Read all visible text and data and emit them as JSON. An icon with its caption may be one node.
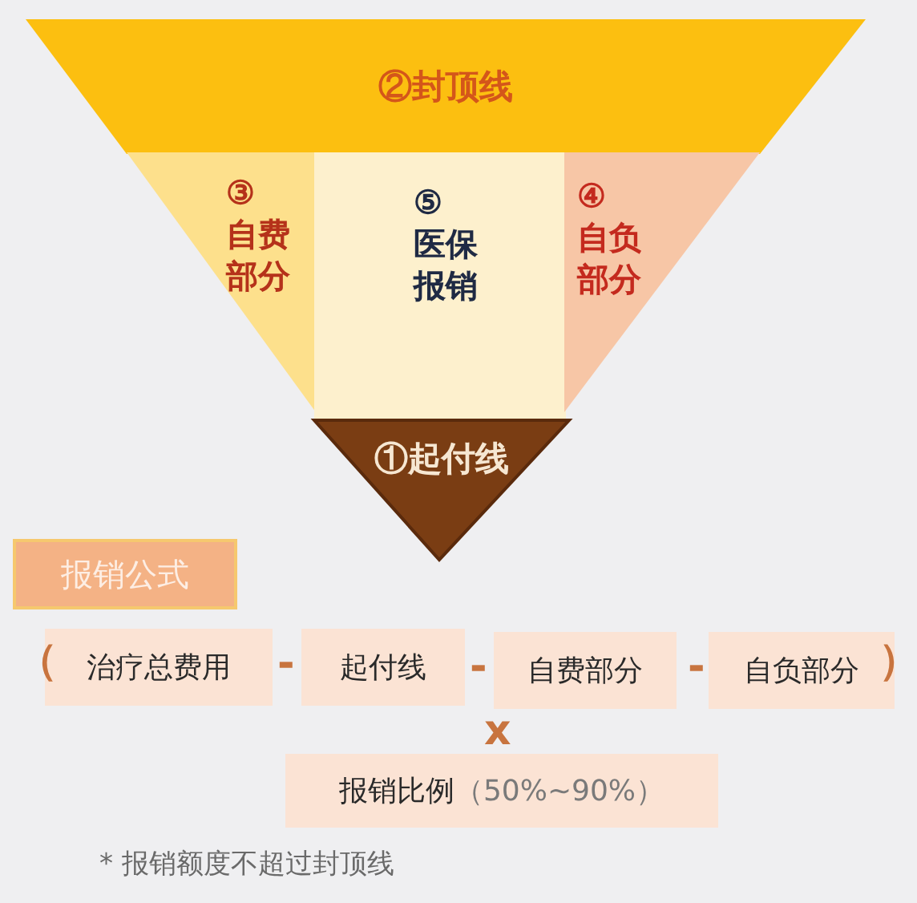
{
  "diagram": {
    "nodes": [
      {
        "text": [
          "②封顶线"
        ]
      },
      {
        "text": [
          "③",
          "自费部分"
        ]
      },
      {
        "text": [
          "⑤",
          "医保报销"
        ]
      },
      {
        "text": [
          "④",
          "自负部分"
        ]
      },
      {
        "text": [
          "①起付线"
        ]
      },
      {
        "text": [
          "报销公式"
        ]
      },
      {
        "text": [
          "治疗总费用"
        ]
      },
      {
        "text": [
          "起付线"
        ]
      },
      {
        "text": [
          "自费部分"
        ]
      },
      {
        "text": [
          "自负部分"
        ]
      },
      {
        "text": [
          "报销比例",
          "（50%~90%）"
        ]
      }
    ],
    "edges": [],
    "labels": [
      "（",
      "-",
      "-",
      "-",
      "）",
      "x",
      "* 报销额度不超过封顶线"
    ]
  }
}
